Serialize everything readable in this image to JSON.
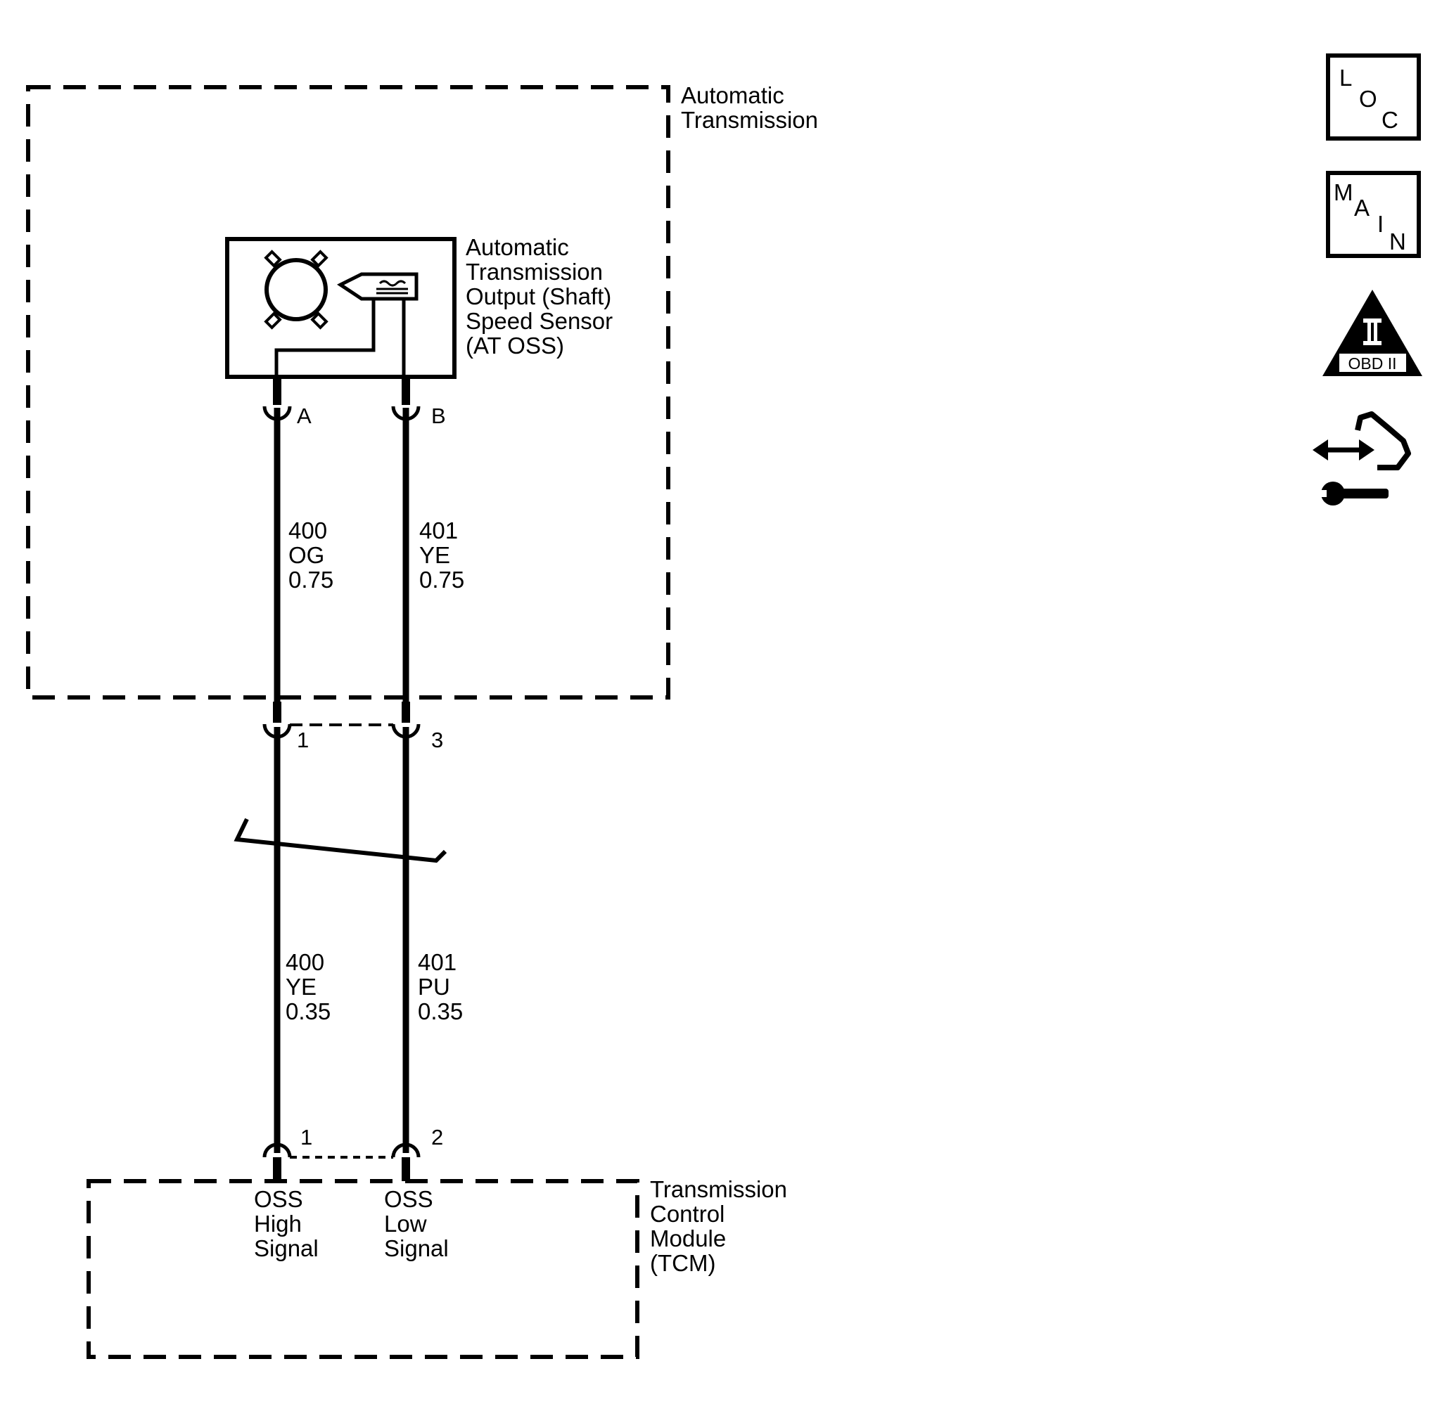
{
  "transmission_box": {
    "label_line1": "Automatic",
    "label_line2": "Transmission"
  },
  "sensor": {
    "label_lines": [
      "Automatic",
      "Transmission",
      "Output (Shaft)",
      "Speed Sensor",
      "(AT OSS)"
    ]
  },
  "sensor_pins": {
    "a": "A",
    "b": "B"
  },
  "wires_upper": {
    "left": {
      "circuit": "400",
      "color": "OG",
      "gauge": "0.75"
    },
    "right": {
      "circuit": "401",
      "color": "YE",
      "gauge": "0.75"
    }
  },
  "inline_connector_pins": {
    "left": "1",
    "right": "3"
  },
  "wires_lower": {
    "left": {
      "circuit": "400",
      "color": "YE",
      "gauge": "0.35"
    },
    "right": {
      "circuit": "401",
      "color": "PU",
      "gauge": "0.35"
    }
  },
  "tcm_pins": {
    "left": "1",
    "right": "2"
  },
  "tcm": {
    "label_lines": [
      "Transmission",
      "Control",
      "Module",
      "(TCM)"
    ],
    "left_signal": [
      "OSS",
      "High",
      "Signal"
    ],
    "right_signal": [
      "OSS",
      "Low",
      "Signal"
    ]
  },
  "icons": {
    "loc": {
      "chars": [
        "L",
        "O",
        "C"
      ]
    },
    "main": {
      "chars": [
        "M",
        "A",
        "I",
        "N"
      ]
    },
    "obd": {
      "roman": "II",
      "caption": "OBD II"
    },
    "service_icon": "connector-wrench-icon"
  }
}
